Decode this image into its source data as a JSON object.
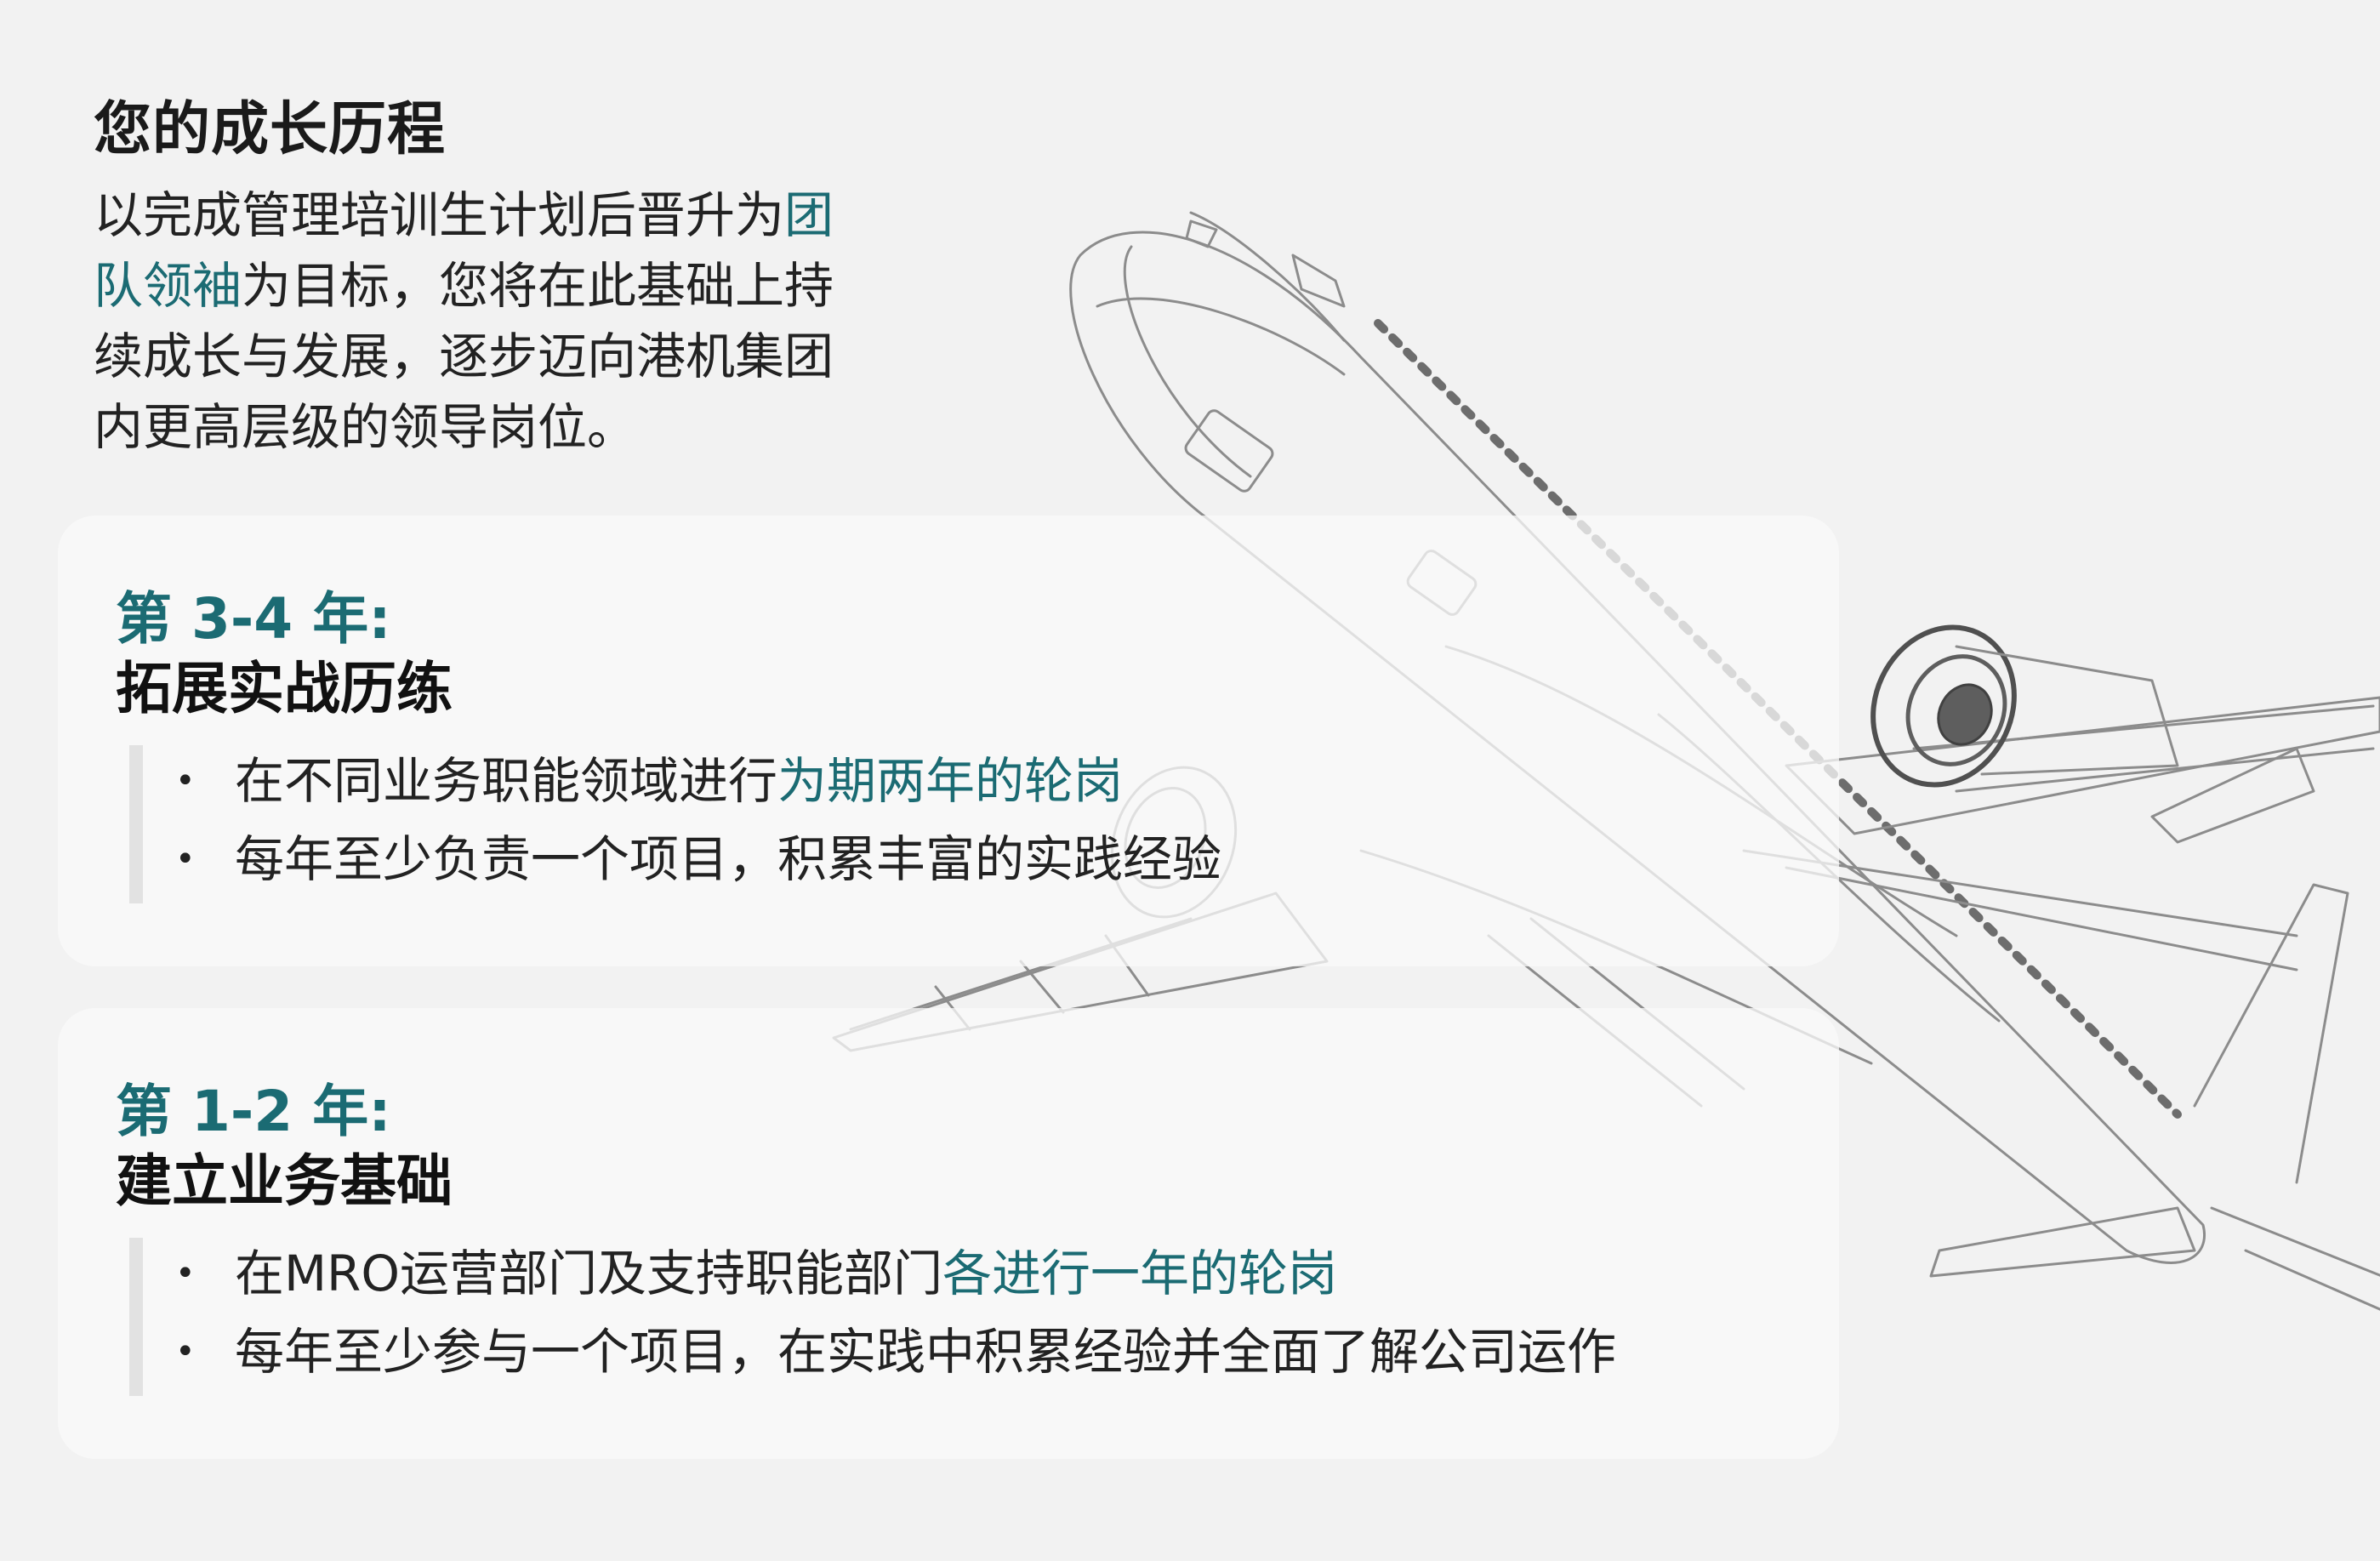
{
  "page": {
    "heading": "您的成长历程",
    "intro_parts": [
      "以完成管理培训生计划后晋升为",
      "团队领袖",
      "为目标，您将在此基础上持续成长与发展，逐步迈向港机集团内更高层级的领导岗位。"
    ],
    "accent_color": "#1b6b73",
    "background_image": "airplane-wireframe"
  },
  "stages": [
    {
      "year": "第 3-4 年:",
      "title": "拓展实战历练",
      "bullets": [
        {
          "plain": "在不同业务职能领域进行",
          "accent": "为期两年的轮岗"
        },
        {
          "plain": "每年至少负责一个项目，积累丰富的实践经验",
          "accent": ""
        }
      ]
    },
    {
      "year": "第 1-2 年:",
      "title": "建立业务基础",
      "bullets": [
        {
          "plain": "在MRO运营部门及支持职能部门",
          "accent": "各进行一年的轮岗"
        },
        {
          "plain": "每年至少参与一个项目，在实践中积累经验并全面了解公司运作",
          "accent": ""
        }
      ]
    }
  ]
}
